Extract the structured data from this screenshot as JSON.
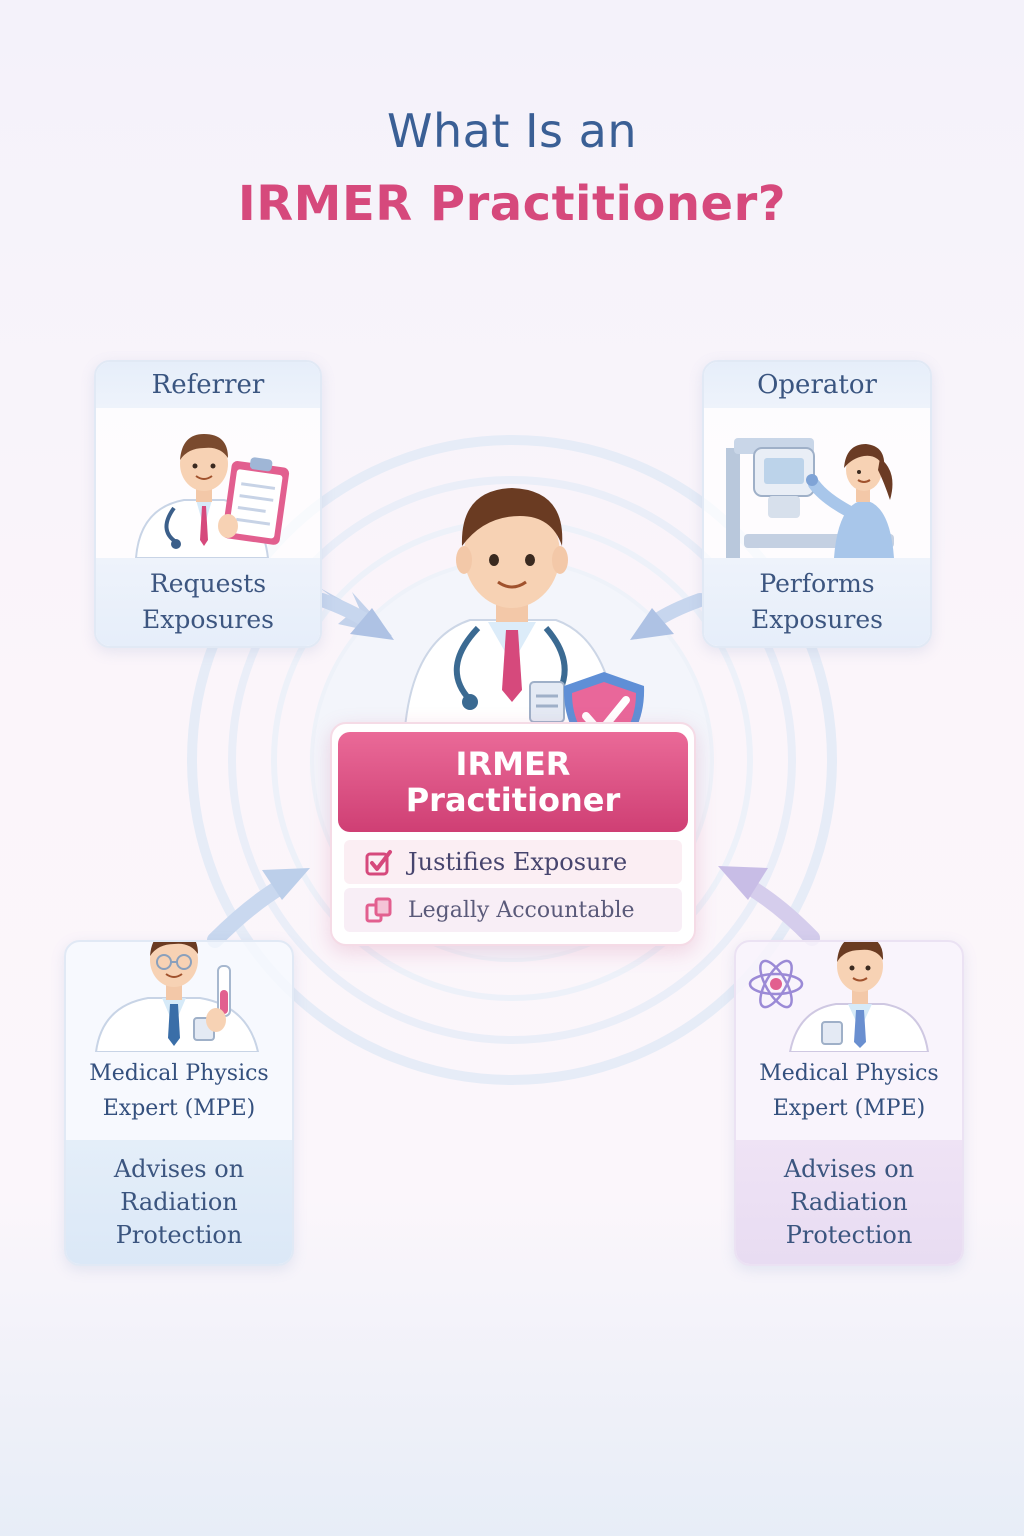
{
  "title": {
    "line1": "What Is an",
    "line2": "IRMER Practitioner?"
  },
  "center": {
    "label_line1": "IRMER",
    "label_line2": "Practitioner",
    "duties": [
      {
        "text": "Justifies Exposure",
        "icon": "checkbox-check-icon"
      },
      {
        "text": "Legally Accountable",
        "icon": "accountability-icon"
      }
    ],
    "badge_icon": "shield-check-icon"
  },
  "roles": {
    "referrer": {
      "title": "Referrer",
      "desc_line1": "Requests",
      "desc_line2": "Exposures",
      "icon": "doctor-clipboard-icon"
    },
    "operator": {
      "title": "Operator",
      "desc_line1": "Performs",
      "desc_line2": "Exposures",
      "icon": "radiographer-scanner-icon"
    },
    "mpe_left": {
      "title_line1": "Medical Physics",
      "title_line2": "Expert (MPE)",
      "desc_line1": "Advises on",
      "desc_line2": "Radiation",
      "desc_line3": "Protection",
      "icon": "scientist-testtube-icon"
    },
    "mpe_right": {
      "title_line1": "Medical Physics",
      "title_line2": "Expert (MPE)",
      "desc_line1": "Advises on",
      "desc_line2": "Radiation",
      "desc_line3": "Protection",
      "icon": "physicist-atom-icon"
    }
  },
  "colors": {
    "title_blue": "#3a5f95",
    "title_pink": "#d6497c",
    "accent_pink": "#d94a7e",
    "card_blue": "#e6eefa",
    "card_purple": "#efe3f5"
  }
}
